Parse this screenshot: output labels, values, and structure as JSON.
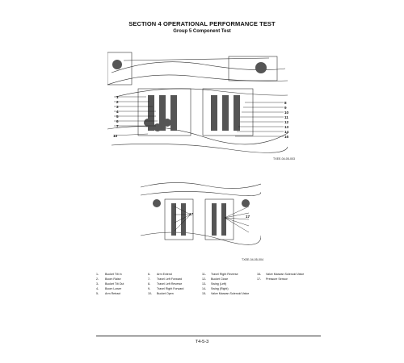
{
  "header": {
    "section_title": "SECTION 4 OPERATIONAL PERFORMANCE TEST",
    "group_title": "Group 5 Component Test"
  },
  "figure1": {
    "id": "TXEE-04-05-003",
    "left_callouts": [
      "1",
      "2",
      "3",
      "4",
      "5",
      "6",
      "7",
      "13"
    ],
    "right_callouts": [
      "8",
      "9",
      "10",
      "11",
      "12",
      "13",
      "14",
      "16"
    ]
  },
  "figure2": {
    "id": "TXEE-04-05-004",
    "callout": "17"
  },
  "legend": {
    "columns": [
      [
        {
          "num": "1-",
          "text": "Bucket Tilt In"
        },
        {
          "num": "2-",
          "text": "Boom Raise"
        },
        {
          "num": "3-",
          "text": "Bucket Tilt Out"
        },
        {
          "num": "4-",
          "text": "Boom Lower"
        },
        {
          "num": "5-",
          "text": "Arm Retract"
        }
      ],
      [
        {
          "num": "6-",
          "text": "Arm Extend"
        },
        {
          "num": "7-",
          "text": "Travel Left Forward"
        },
        {
          "num": "8-",
          "text": "Travel Left Reverse"
        },
        {
          "num": "9-",
          "text": "Travel Right Forward"
        },
        {
          "num": "10-",
          "text": "Bucket Open"
        }
      ],
      [
        {
          "num": "11-",
          "text": "Travel Right Reverse"
        },
        {
          "num": "12-",
          "text": "Bucket Close"
        },
        {
          "num": "13-",
          "text": "Swing (Left)"
        },
        {
          "num": "14-",
          "text": "Swing (Right)"
        },
        {
          "num": "15-",
          "text": "Valve Marwan Solenoid Valve"
        }
      ],
      [
        {
          "num": "16-",
          "text": "Valve Marwan Solenoid Valve"
        },
        {
          "num": "17-",
          "text": "Pressure Sensor"
        }
      ]
    ]
  },
  "footer": {
    "page_number": "T4-5-3"
  }
}
